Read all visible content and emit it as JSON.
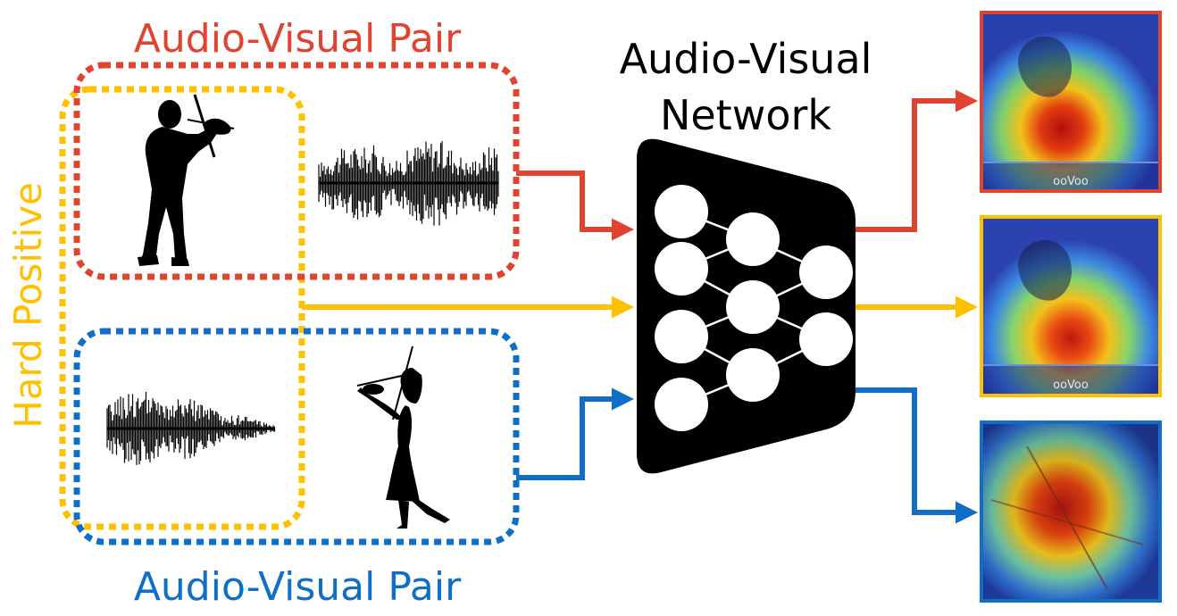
{
  "labels": {
    "pair_top": "Audio-Visual Pair",
    "pair_bottom": "Audio-Visual Pair",
    "hard_positive": "Hard Positive",
    "network_line1": "Audio-Visual",
    "network_line2": "Network",
    "watermark": "ooVoo"
  },
  "colors": {
    "red": "#E0432F",
    "yellow": "#FFC000",
    "blue": "#0F6FC6",
    "black": "#000000"
  },
  "icons": {
    "violinist_man": "violinist-silhouette-icon",
    "violinist_woman": "violinist-silhouette-icon",
    "waveform": "audio-waveform-icon"
  }
}
